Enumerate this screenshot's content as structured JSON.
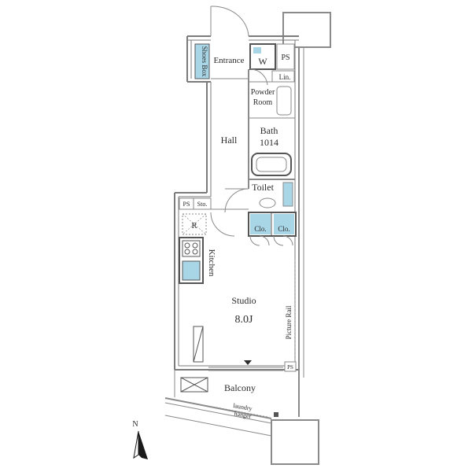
{
  "rooms": {
    "shoes_box": "Shoes Box",
    "entrance": "Entrance",
    "washer": "W",
    "ps_top": "PS",
    "linen": "Lin.",
    "powder_room_line1": "Powder",
    "powder_room_line2": "Room",
    "bath": "Bath",
    "bath_size": "1014",
    "hall": "Hall",
    "toilet": "Toilet",
    "ps_kitchen": "PS",
    "storage": "Sto.",
    "closet_left": "Clo.",
    "closet_right": "Clo.",
    "refrigerator": "R",
    "kitchen": "Kitchen",
    "studio": "Studio",
    "studio_size": "8.0J",
    "picture_rail": "Picture Rail",
    "ps_balcony": "PS",
    "balcony": "Balcony",
    "laundry_line1": "laundry",
    "laundry_line2": "hanger",
    "north_mark": "N"
  },
  "colors": {
    "wall": "#8a8a8a",
    "wall_dark": "#555555",
    "fixture_fill": "#a9d6e6",
    "line": "#7a7a7a",
    "text": "#2b2b2b"
  }
}
